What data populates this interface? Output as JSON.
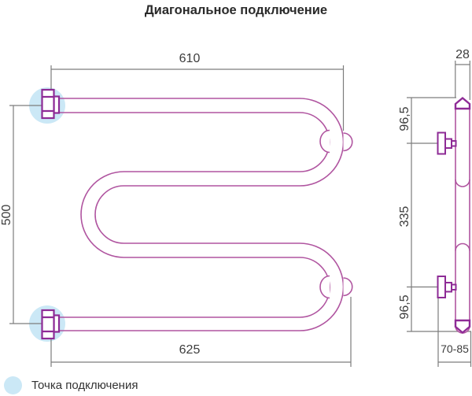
{
  "title": "Диагональное подключение",
  "front_view": {
    "dim_top_width": "610",
    "dim_bottom_width": "625",
    "dim_height": "500"
  },
  "side_view": {
    "dim_depth": "28",
    "dim_top_bracket_offset": "96,5",
    "dim_bracket_span": "335",
    "dim_bottom_bracket_offset": "96,5",
    "dim_wall_distance": "70-85"
  },
  "legend": {
    "connection_point_label": "Точка подключения"
  },
  "icons": {
    "connection_point_marker": "light-blue-circle"
  },
  "colors": {
    "pipe_outline": "#b055a0",
    "fitting_outline": "#8e2b96",
    "connection_highlight": "#cbe8f6",
    "dimension_line": "#7d7d7d",
    "text": "#3d3d3d"
  }
}
